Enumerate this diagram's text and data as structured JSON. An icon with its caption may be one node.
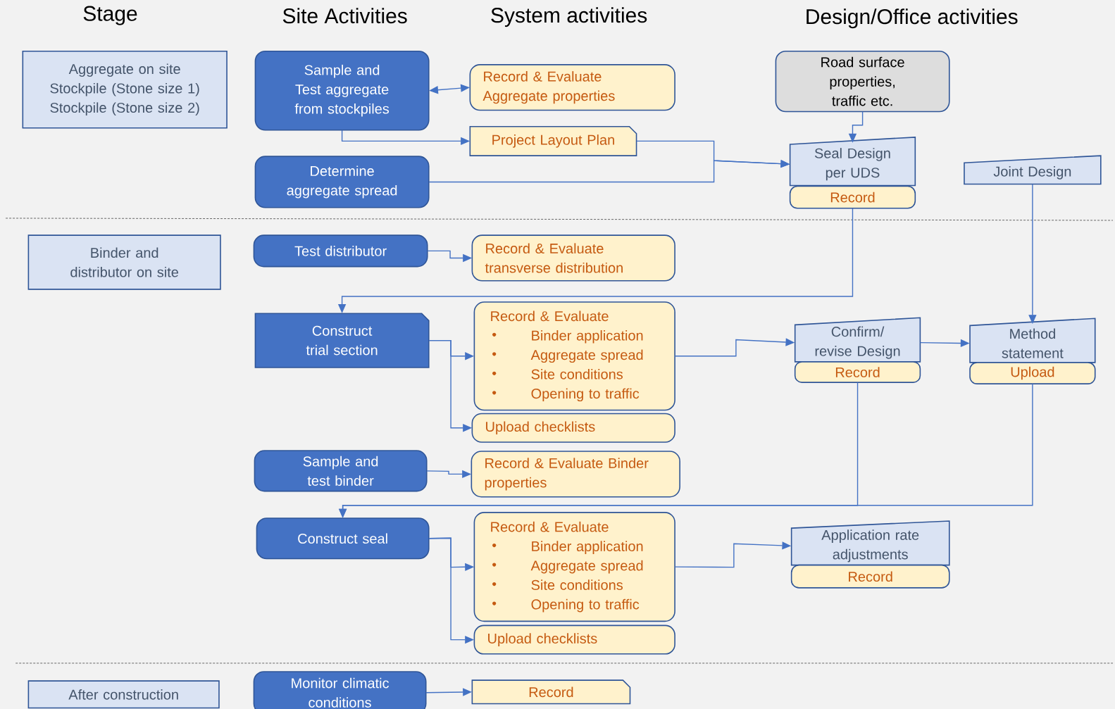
{
  "diagram": {
    "nodes": [
      {
        "text": [
          "Aggregate on site",
          "Stockpile (Stone size 1)",
          "Stockpile (Stone size 2)"
        ]
      },
      {
        "text": [
          "Sample and Test aggregate from stockpiles"
        ]
      },
      {
        "text": [
          "Record & Evaluate Aggregate properties"
        ]
      },
      {
        "text": [
          "Project Layout Plan"
        ]
      },
      {
        "text": [
          "Determine aggregate spread"
        ]
      },
      {
        "text": [
          "Road surface properties, traffic etc."
        ]
      },
      {
        "text": [
          "Seal Design per UDS"
        ]
      },
      {
        "text": [
          "Record"
        ]
      },
      {
        "text": [
          "Joint Design"
        ]
      },
      {
        "text": [
          "Binder and distributor on site"
        ]
      },
      {
        "text": [
          "Test  distributor"
        ]
      },
      {
        "text": [
          "Record & Evaluate transverse distribution"
        ]
      },
      {
        "text": [
          "Construct trial section"
        ]
      },
      {
        "text": [
          "Record & Evaluate",
          "Binder application",
          "Aggregate spread",
          "Site conditions",
          "Opening to traffic"
        ]
      },
      {
        "text": [
          "Upload checklists"
        ]
      },
      {
        "text": [
          "Confirm/ revise Design"
        ]
      },
      {
        "text": [
          "Record"
        ]
      },
      {
        "text": [
          "Method statement"
        ]
      },
      {
        "text": [
          "Upload"
        ]
      },
      {
        "text": [
          "Sample and test binder"
        ]
      },
      {
        "text": [
          "Record & Evaluate Binder properties"
        ]
      },
      {
        "text": [
          "Construct seal"
        ]
      },
      {
        "text": [
          "Record & Evaluate",
          "Binder application",
          "Aggregate spread",
          "Site conditions",
          "Opening to traffic"
        ]
      },
      {
        "text": [
          "Upload checklists"
        ]
      },
      {
        "text": [
          "Application rate adjustments"
        ]
      },
      {
        "text": [
          "Record"
        ]
      },
      {
        "text": [
          "After construction"
        ]
      },
      {
        "text": [
          "Monitor climatic conditions"
        ]
      },
      {
        "text": [
          "Record"
        ]
      }
    ],
    "edges": [
      {
        "from": 1,
        "to": 2,
        "arrow": "both"
      },
      {
        "from": 1,
        "to": 3,
        "arrow": "to"
      },
      {
        "from": 3,
        "to": 6,
        "arrow": "to"
      },
      {
        "from": 4,
        "to": 6,
        "arrow": "to"
      },
      {
        "from": 5,
        "to": 6,
        "arrow": "to"
      },
      {
        "from": 7,
        "to": 12,
        "arrow": "to"
      },
      {
        "from": 8,
        "to": 17,
        "arrow": "to"
      },
      {
        "from": 10,
        "to": 11,
        "arrow": "to"
      },
      {
        "from": 12,
        "to": 13,
        "arrow": "to"
      },
      {
        "from": 12,
        "to": 14,
        "arrow": "to"
      },
      {
        "from": 13,
        "to": 15,
        "arrow": "to"
      },
      {
        "from": 15,
        "to": 17,
        "arrow": "to"
      },
      {
        "from": 16,
        "to": 21,
        "arrow": "to"
      },
      {
        "from": 18,
        "to": 21,
        "arrow": "to"
      },
      {
        "from": 19,
        "to": 20,
        "arrow": "to"
      },
      {
        "from": 21,
        "to": 22,
        "arrow": "to"
      },
      {
        "from": 21,
        "to": 23,
        "arrow": "to"
      },
      {
        "from": 22,
        "to": 24,
        "arrow": "to"
      },
      {
        "from": 27,
        "to": 28,
        "arrow": "to"
      }
    ],
    "labels": [
      "Stage",
      "Site Activities",
      "System activities",
      "Design/Office activities"
    ]
  }
}
